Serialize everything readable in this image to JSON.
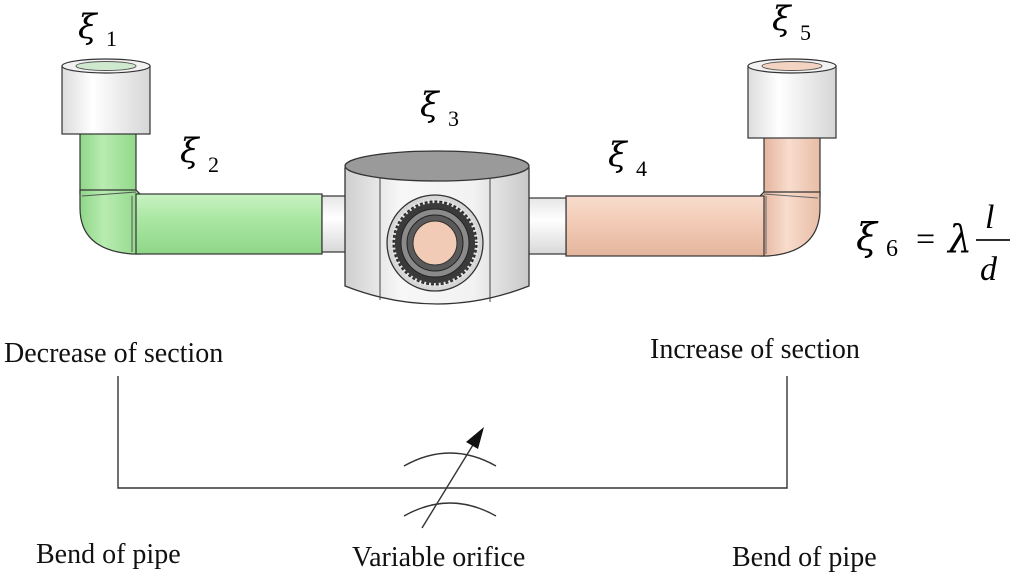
{
  "symbols": {
    "xi1": {
      "greek": "ξ",
      "sub": "1"
    },
    "xi2": {
      "greek": "ξ",
      "sub": "2"
    },
    "xi3": {
      "greek": "ξ",
      "sub": "3"
    },
    "xi4": {
      "greek": "ξ",
      "sub": "4"
    },
    "xi5": {
      "greek": "ξ",
      "sub": "5"
    }
  },
  "formula": {
    "lhs_greek": "ξ",
    "lhs_sub": "6",
    "equals": "=",
    "lambda": "λ",
    "numerator": "l",
    "denominator": "d"
  },
  "labels": {
    "decrease": "Decrease of section",
    "increase": "Increase of section",
    "bend_left": "Bend of pipe",
    "orifice": "Variable orifice",
    "bend_right": "Bend of pipe"
  },
  "colors": {
    "green_pipe": "#a8e6a1",
    "pink_pipe": "#f2cbb6",
    "fitting": "#f4f4f4",
    "outline": "#333333"
  }
}
